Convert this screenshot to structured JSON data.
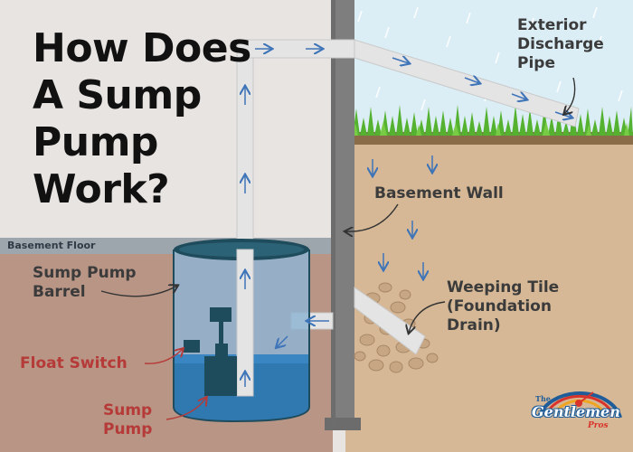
{
  "title": {
    "line1": "How Does",
    "line2": "A Sump",
    "line3": "Pump",
    "line4": "Work?"
  },
  "labels": {
    "basement_floor": "Basement Floor",
    "exterior_line1": "Exterior",
    "exterior_line2": "Discharge",
    "exterior_line3": "Pipe",
    "basement_wall": "Basement Wall",
    "weeping_line1": "Weeping Tile",
    "weeping_line2": "(Foundation",
    "weeping_line3": "Drain)",
    "barrel_line1": "Sump Pump",
    "barrel_line2": "Barrel",
    "float_switch": "Float Switch",
    "pump_line1": "Sump",
    "pump_line2": "Pump"
  },
  "logo": {
    "line1": "The",
    "line2": "Gentlemen",
    "line3": "Pros"
  },
  "colors": {
    "interior_wall": "#e8e4e2",
    "interior_soil": "#b89585",
    "exterior_soil": "#d6b896",
    "sky": "#dbeef5",
    "foundation_wall": "#7e7e7e",
    "pipe": "#e4e4e4",
    "water": "#2f78b0",
    "pump": "#1f4c5c",
    "arrow": "#3e74b8",
    "label_red": "#b53a38",
    "label_dark": "#3b3b3b"
  }
}
